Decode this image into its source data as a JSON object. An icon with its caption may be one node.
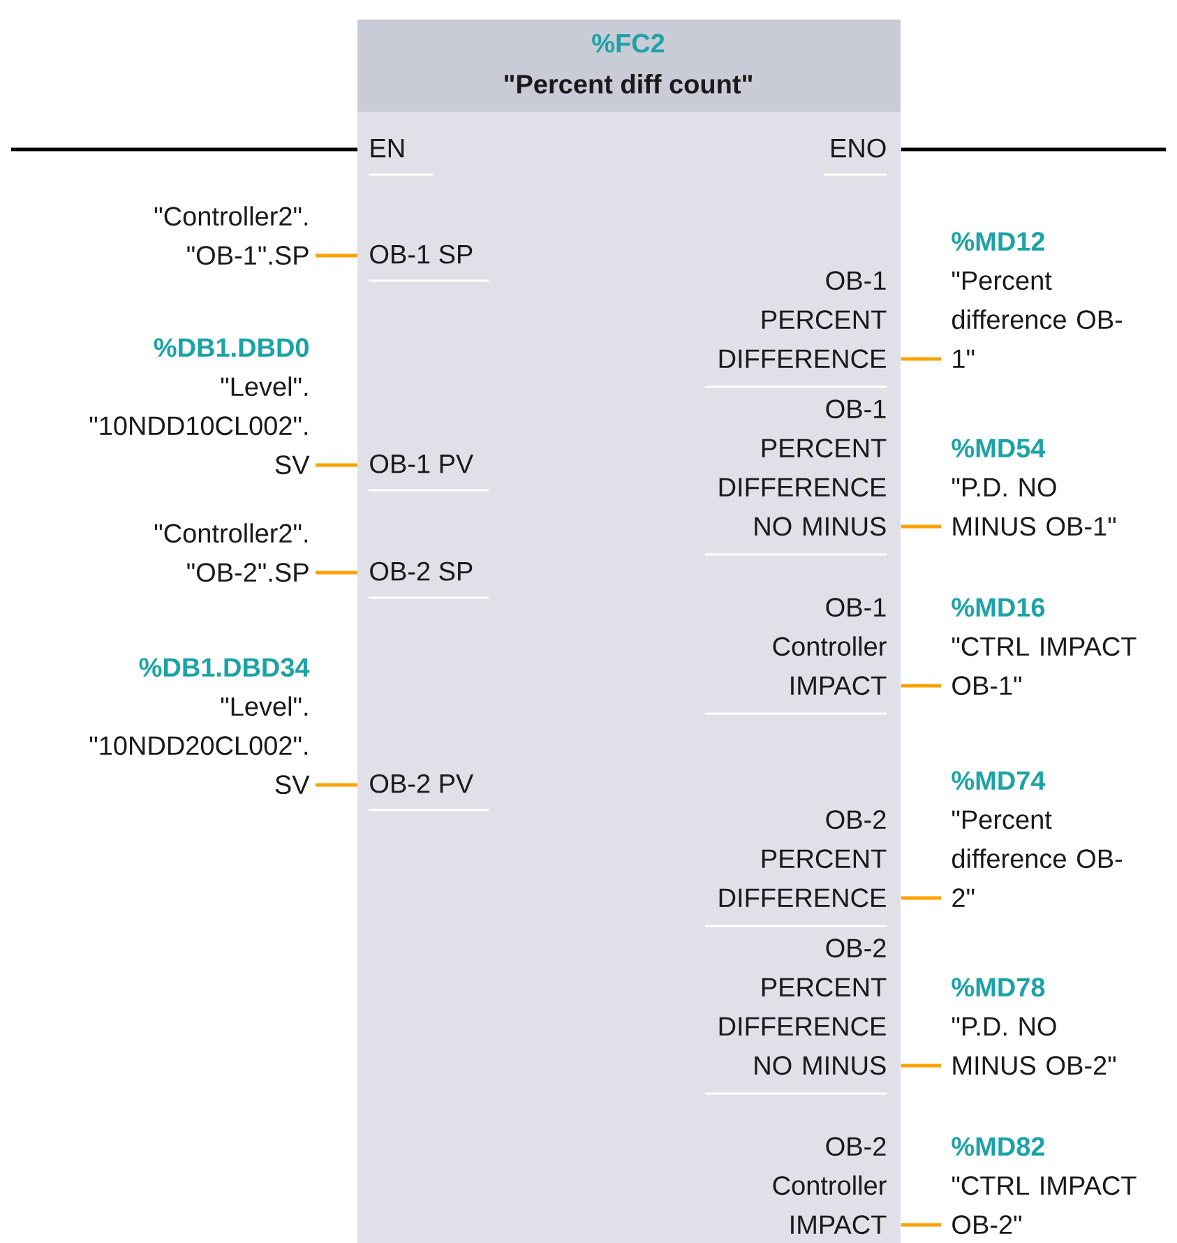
{
  "diagram": {
    "nodes": [
      {
        "text": [
          "%FC2",
          "\"Percent diff count\""
        ]
      },
      {
        "text": [
          "EN"
        ],
        "in": 0
      },
      {
        "text": [
          "ENO"
        ],
        "in": 0
      },
      {
        "text": [
          "OB-1 SP"
        ],
        "in": 0
      },
      {
        "text": [
          "OB-1 PV"
        ],
        "in": 0
      },
      {
        "text": [
          "OB-2 SP"
        ],
        "in": 0
      },
      {
        "text": [
          "OB-2 PV"
        ],
        "in": 0
      },
      {
        "text": [
          "OB-1 PERCENT DIFFERENCE"
        ],
        "in": 0
      },
      {
        "text": [
          "OB-1 PERCENT DIFFERENCE NO MINUS"
        ],
        "in": 0
      },
      {
        "text": [
          "OB-1 Controller IMPACT"
        ],
        "in": 0
      },
      {
        "text": [
          "OB-2 PERCENT DIFFERENCE"
        ],
        "in": 0
      },
      {
        "text": [
          "OB-2 PERCENT DIFFERENCE NO MINUS"
        ],
        "in": 0
      },
      {
        "text": [
          "OB-2 Controller IMPACT"
        ],
        "in": 0
      },
      {
        "text": [
          "\"Controller2\". \"OB-1\".SP"
        ]
      },
      {
        "text": [
          "%DB1.DBD0",
          "\"Level\". \"10NDD10CL002\". SV"
        ]
      },
      {
        "text": [
          "\"Controller2\". \"OB-2\".SP"
        ]
      },
      {
        "text": [
          "%DB1.DBD34",
          "\"Level\". \"10NDD20CL002\". SV"
        ]
      },
      {
        "text": [
          "%MD12",
          "\"Percent difference OB-1\""
        ]
      },
      {
        "text": [
          "%MD54",
          "\"P.D. NO MINUS OB-1\""
        ]
      },
      {
        "text": [
          "%MD16",
          "\"CTRL IMPACT OB-1\""
        ]
      },
      {
        "text": [
          "%MD74",
          "\"Percent difference OB-2\""
        ]
      },
      {
        "text": [
          "%MD78",
          "\"P.D. NO MINUS OB-2\""
        ]
      },
      {
        "text": [
          "%MD82",
          "\"CTRL IMPACT OB-2\""
        ]
      }
    ],
    "edges": [
      {
        "from": null,
        "to": 1,
        "arrow": "none",
        "color": "#000000"
      },
      {
        "from": 2,
        "to": null,
        "arrow": "none",
        "color": "#000000"
      },
      {
        "from": 13,
        "to": 3,
        "arrow": "none"
      },
      {
        "from": 14,
        "to": 4,
        "arrow": "none"
      },
      {
        "from": 15,
        "to": 5,
        "arrow": "none"
      },
      {
        "from": 16,
        "to": 6,
        "arrow": "none"
      },
      {
        "from": 7,
        "to": 17,
        "arrow": "none"
      },
      {
        "from": 8,
        "to": 18,
        "arrow": "none"
      },
      {
        "from": 9,
        "to": 19,
        "arrow": "none"
      },
      {
        "from": 10,
        "to": 20,
        "arrow": "none"
      },
      {
        "from": 11,
        "to": 21,
        "arrow": "none"
      },
      {
        "from": 12,
        "to": 22,
        "arrow": "none"
      }
    ]
  }
}
